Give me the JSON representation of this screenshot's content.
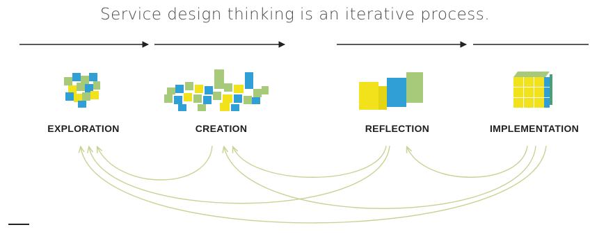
{
  "title": "Service design thinking is an iterative process.",
  "stages": [
    {
      "label": "EXPLORATION",
      "icon": "cube-cluster-icon"
    },
    {
      "label": "CREATION",
      "icon": "scattered-cubes-icon"
    },
    {
      "label": "REFLECTION",
      "icon": "stacked-cubes-icon"
    },
    {
      "label": "IMPLEMENTATION",
      "icon": "solid-cube-icon"
    }
  ],
  "colors": {
    "yellow": "#f1e21b",
    "blue": "#2f9fd6",
    "green": "#a7c97a",
    "arrow": "#c9d295",
    "line": "#222222"
  }
}
